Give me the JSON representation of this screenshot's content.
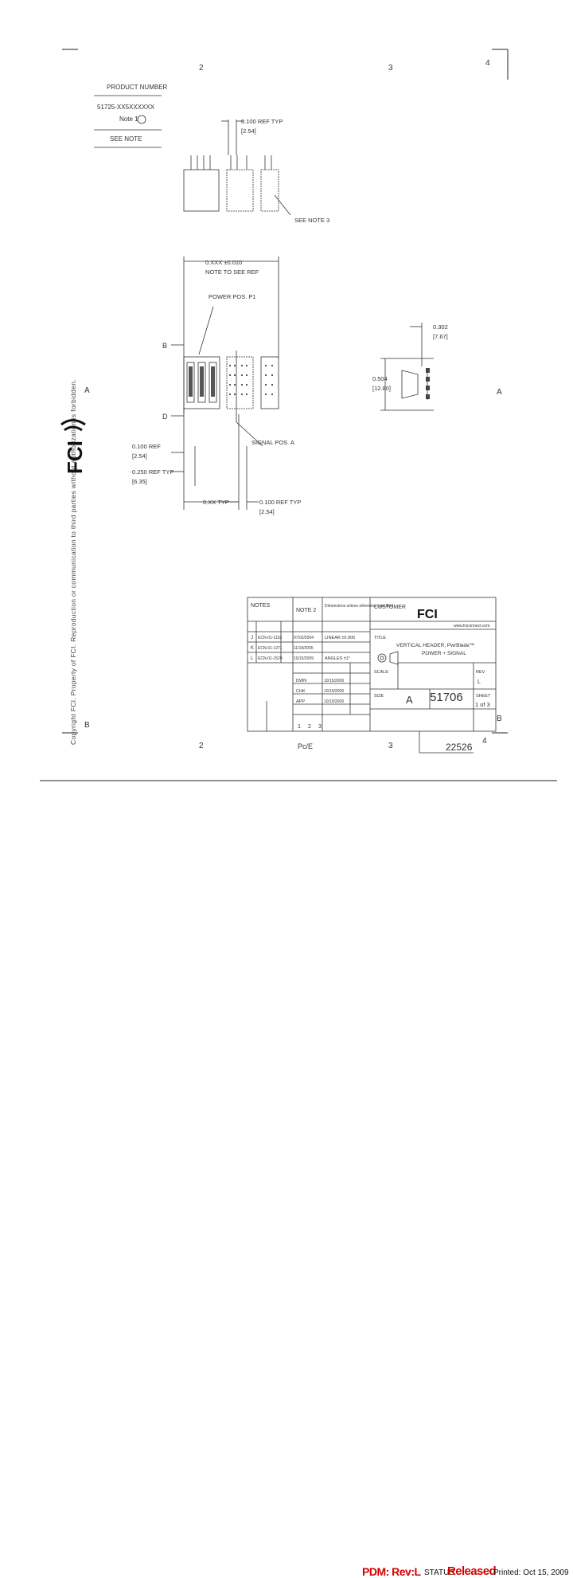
{
  "drawing": {
    "zone_numbers_top": [
      "2",
      "3",
      "4"
    ],
    "zone_numbers_bottom": [
      "2",
      "3",
      "4"
    ],
    "zone_letters_left": [
      "A",
      "B"
    ],
    "zone_letters_right": [
      "A",
      "B"
    ],
    "product_table": {
      "header": "PRODUCT NUMBER",
      "part_number": "51725-XX5XXXXXX",
      "note_ref": "Note 1",
      "see_note": "SEE NOTE"
    },
    "side_copyright_text": "Copyright FCI. Property of FCI. Reproduction or communication to third parties without authorization is forbidden.",
    "logo_text": "FCI",
    "dimensions": {
      "top_pitch": "0.100 REF TYP",
      "top_pitch_mm": "[2.54]",
      "see_note_3": "SEE NOTE 3",
      "overall_length": "0.XXX ±0.010",
      "overall_note": "NOTE TO SEE REF",
      "power_pos": "POWER POS. P1",
      "signal_pos": "SIGNAL POS. A",
      "left_pitch_a": "0.100 REF",
      "left_pitch_a_mm": "[2.54]",
      "left_pitch_b": "0.250 REF TYP",
      "left_pitch_b_mm": "[6.35]",
      "bottom_span": "0.XX TYP",
      "bottom_pitch": "0.100 REF TYP",
      "bottom_pitch_mm": "[2.54]",
      "right_width": "0.302",
      "right_width_mm": "[7.67]",
      "right_height": "0.504",
      "right_height_mm": "[12.80]",
      "marker_b": "B",
      "marker_d": "D"
    },
    "title_block": {
      "notes_header": "NOTES",
      "see_note": "NOTE 2",
      "tolerance_header": "Dimensions unless otherwise specified",
      "tolerance_row_1": "LINEAR ±0.005",
      "tolerance_row_2": "ANGLES ±1°",
      "customer_label": "CUSTOMER",
      "customer_value": "",
      "fci_logo": "FCI",
      "website": "www.fciconnect.com",
      "title_label": "TITLE",
      "title_line_1": "VERTICAL HEADER, PwrBlade™",
      "title_line_2": "POWER + SIGNAL",
      "scale_label": "SCALE",
      "scale_value": "",
      "size_label": "SIZE",
      "size_value": "A",
      "dwg_no": "51706",
      "sheet_label": "SHEET",
      "sheet_value": "1 of 3",
      "rev_label": "REV",
      "rev_value": "L",
      "pc_e_label": "Pc/E",
      "doc_number": "22526",
      "rev_rows": [
        {
          "rev": "J",
          "ecn": "ECN-01-1133",
          "date": "07/02/2004"
        },
        {
          "rev": "K",
          "ecn": "ECN-01-1271",
          "date": "11/19/2005"
        },
        {
          "rev": "L",
          "ecn": "ECN-01-1529",
          "date": "10/15/2009"
        }
      ],
      "sign_rows": [
        {
          "role": "DWN",
          "date": "10/15/2009"
        },
        {
          "role": "CHK",
          "date": "10/15/2009"
        },
        {
          "role": "APP",
          "date": "10/15/2009"
        }
      ],
      "sheet_nums": [
        "1",
        "2",
        "3"
      ]
    }
  },
  "footer": {
    "pdm": "PDM: Rev:L",
    "status_label": "STATUS",
    "status_value": "Released",
    "printed": "Printed: Oct 15, 2009"
  },
  "colors": {
    "line": "#333333",
    "accent_red": "#d40000"
  }
}
